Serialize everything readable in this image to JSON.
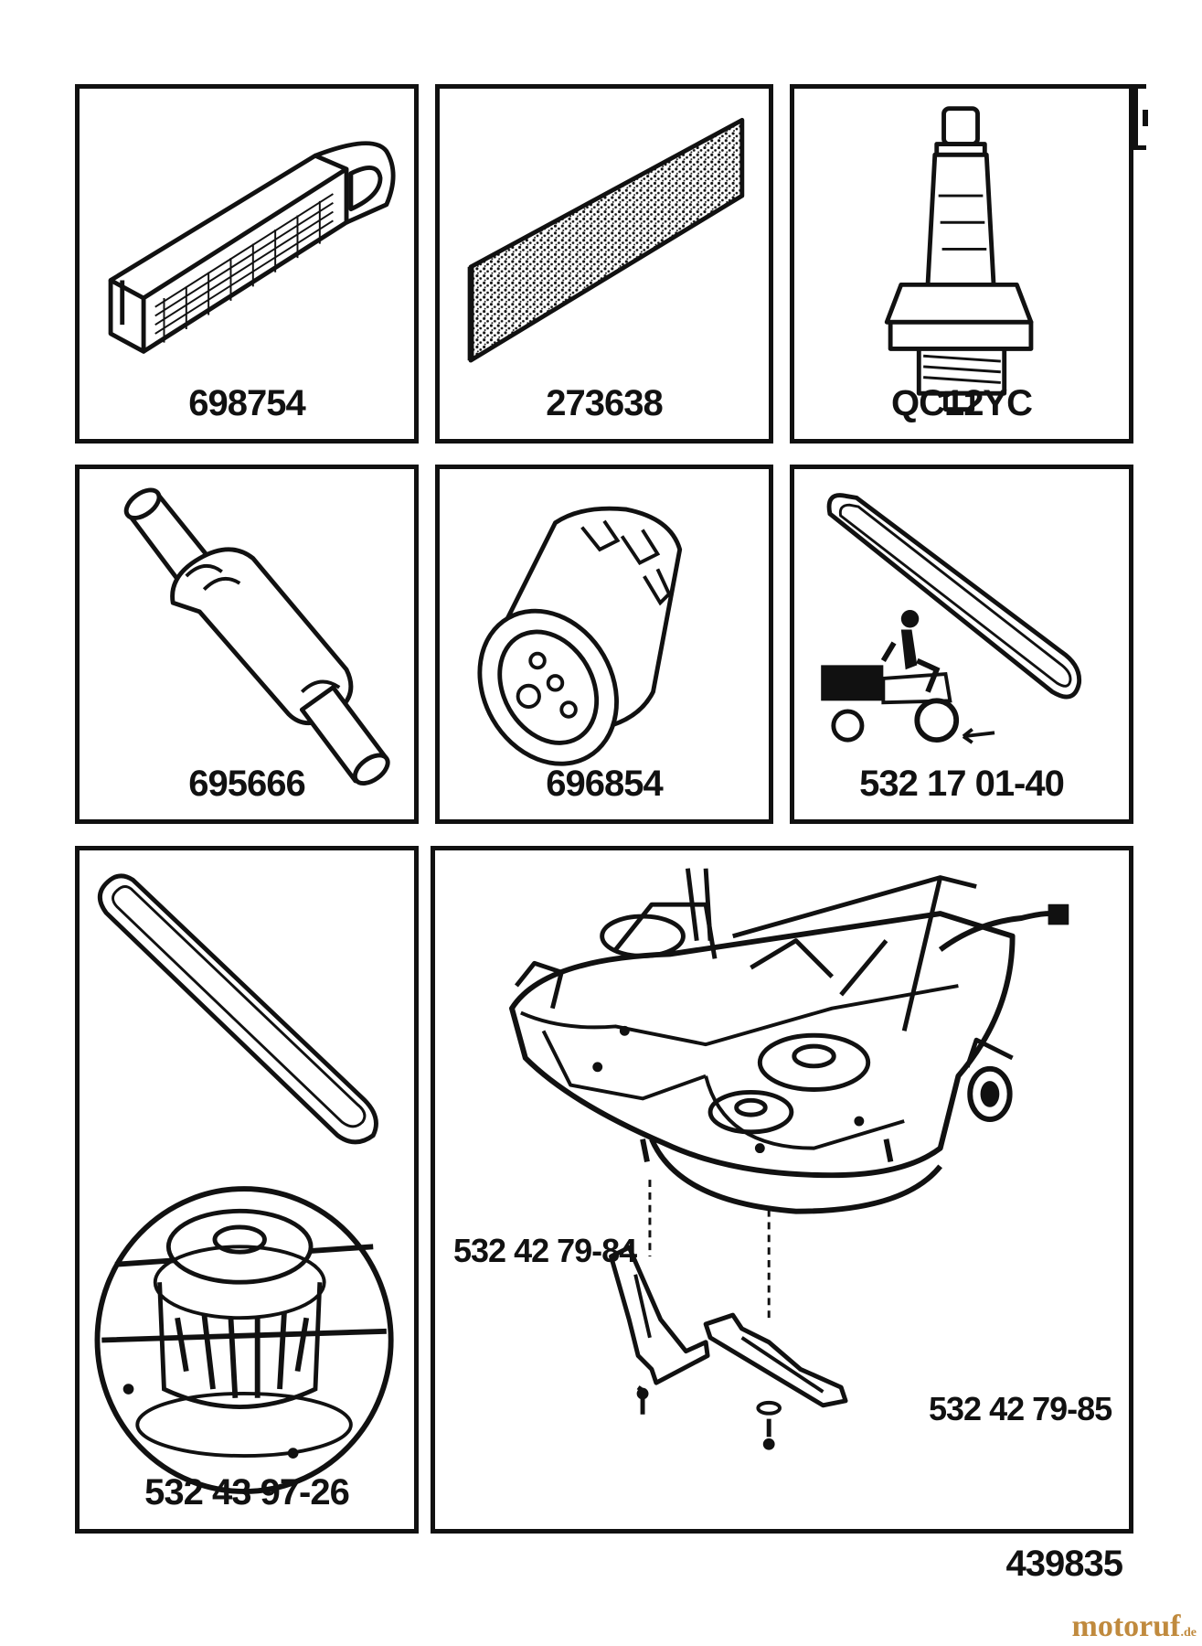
{
  "parts": [
    {
      "id": "air-filter",
      "number": "698754"
    },
    {
      "id": "pre-filter",
      "number": "273638"
    },
    {
      "id": "spark-plug",
      "number": "QC12YC"
    },
    {
      "id": "fuel-filter",
      "number": "695666"
    },
    {
      "id": "oil-filter",
      "number": "696854"
    },
    {
      "id": "drive-belt",
      "number": "532 17 01-40"
    },
    {
      "id": "deck-belt-pulley",
      "number": "532 43 97-26"
    }
  ],
  "deck_callouts": {
    "blade_left": "532 42 79-84",
    "blade_right": "532 42 79-85"
  },
  "document_number": "439835",
  "watermark": {
    "main": "motoruf",
    "suffix": ".de"
  },
  "colors": {
    "line": "#111111",
    "background": "#ffffff",
    "watermark": "#c08a3e"
  },
  "icons": [
    "air-filter-icon",
    "foam-filter-icon",
    "spark-plug-icon",
    "fuel-filter-icon",
    "oil-filter-icon",
    "belt-icon",
    "tractor-icon",
    "pulley-icon",
    "mower-deck-icon",
    "blade-icon"
  ]
}
